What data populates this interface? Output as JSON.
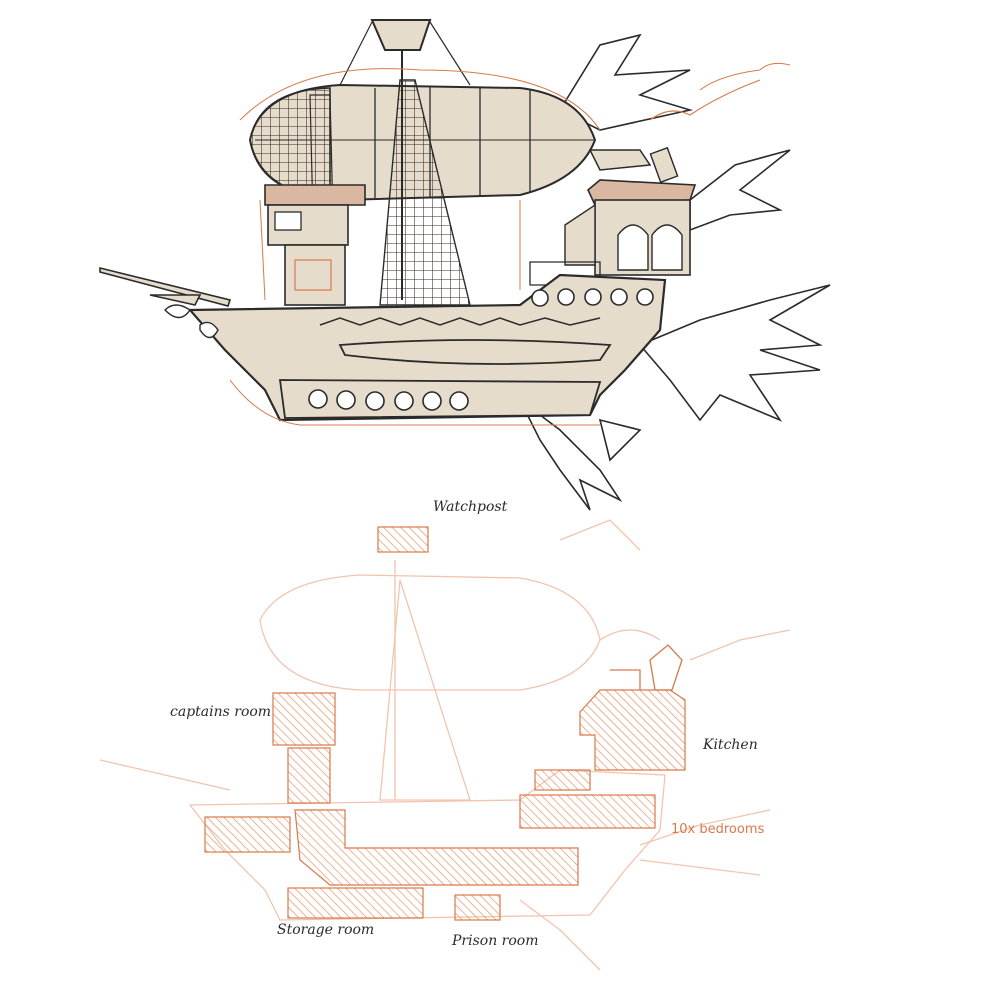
{
  "labels": {
    "watchpost": "Watchpost",
    "captains_room": "captains room",
    "kitchen": "Kitchen",
    "bedrooms": "10x bedrooms",
    "storage_room": "Storage room",
    "prison_room": "Prison room"
  },
  "colors": {
    "ink": "#2b2b2b",
    "sketch_orange": "#d9794a",
    "hull_fill": "#e6dccb",
    "hatch_orange": "#e4936a",
    "faint_orange": "#f2c4ae"
  }
}
